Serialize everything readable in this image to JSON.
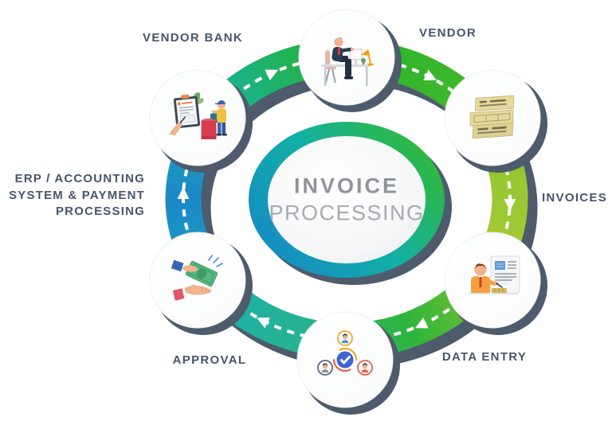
{
  "diagram": {
    "center": {
      "line1": "INVOICE",
      "line2": "PROCESSING"
    },
    "labels": {
      "vendor_bank": "VENDOR  BANK",
      "vendor": "VENDOR",
      "invoices": "INVOICES",
      "data_entry": "DATA ENTRY",
      "approval": "APPROVAL",
      "erp_line1": "ERP / ACCOUNTING",
      "erp_line2": "SYSTEM & PAYMENT",
      "erp_line3": "PROCESSING"
    },
    "flow_direction": "clockwise",
    "flow_sequence": [
      "VENDOR",
      "INVOICES",
      "DATA ENTRY",
      "APPROVAL",
      "ERP / ACCOUNTING SYSTEM & PAYMENT PROCESSING",
      "VENDOR BANK"
    ],
    "icons": {
      "vendor": "businessman-at-desk-icon",
      "invoices": "invoice-stack-icon",
      "data_entry": "clerk-data-entry-icon",
      "approval": "team-approval-check-icon",
      "erp": "payment-hands-icon",
      "vendor_bank": "bank-counter-clipboard-icon"
    },
    "colors": {
      "ring_blue": "#1b87c8",
      "ring_teal": "#19b1b4",
      "ring_green": "#2ab52c",
      "ring_yellow_green": "#9fc832",
      "shadow_slate": "#4d5b6c",
      "label_text": "#49546c",
      "center_title": "#8e9499",
      "center_subtitle": "#a5abb1",
      "arrow": "#ffffff"
    }
  }
}
